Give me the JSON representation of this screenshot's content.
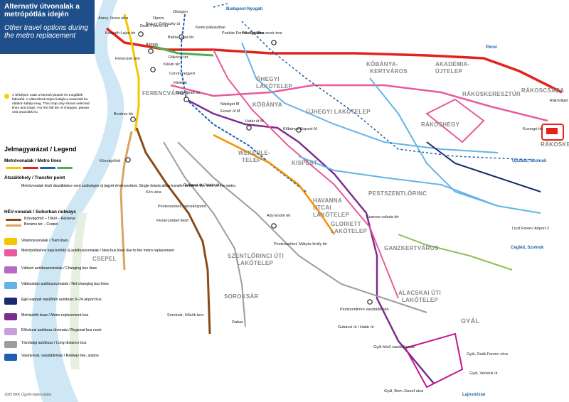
{
  "title": {
    "hu": "Alternatív útvonalak a metrópótlás idején",
    "en": "Other travel options during the metro replacement"
  },
  "info": {
    "text": "A térképen csak a kiemelt járatok és megállók láthatók. A változások teljes listáját a www.bkk.hu oldalon találja meg. This map only shows selected lines and stops. For the full list of changes, please visit www.bkk.hu"
  },
  "legend": {
    "title": "Jelmagyarázat / Legend",
    "metro_title": "Metróvonalak / Metro lines",
    "transfer_title": "Átszállóhely / Transfer point",
    "transfer_text": "Metróvonalak közti átszálláskor nem szükséges új jegyet érvényesíteni. Single tickets allow transfer between the lines on the metro.",
    "hev_title": "HÉV-vonalak / Suburban railways",
    "hev_rackeve": "Közvágóhíd – Tököl – Ráckeve",
    "hev_csepel": "Boráros tér – Csepel",
    "tram": "Villamosvonalak / Tram lines",
    "new_bus": "Metrópótláshoz kapcsolódó új autóbuszvonalak / New bus lines due to the metro replacement",
    "changing_bus": "Változó autóbuszvonalak / Changing bus lines",
    "not_changing_bus": "Változatlan autóbuszvonalak / Not changing bus lines",
    "night_bus": "Éjjel-nappali repülőtéri autóbusz 0–24 airport bus",
    "metro_bus": "Metrópótló busz / Metro replacement bus",
    "regional": "Elővárosi autóbusz útvonala / Regional bus route",
    "long_distance": "Távolsági autóbusz / Long-distance bus",
    "railway": "Vasútvonal, vasútállomás / Railway line, station"
  },
  "map": {
    "districts": [
      "FERENCVÁROS",
      "KŐBÁNYA",
      "ÓHEGYI",
      "LAKÓTELEP",
      "ÚJHEGYI LAKÓTELEP",
      "KŐBÁNYA-",
      "KERTVÁROS",
      "AKADÉMIA-",
      "ÚJTELEP",
      "RÁKOSCSABA",
      "RÁKOSKERESZTÚR",
      "RÁKOSHEGY",
      "RÁKOSKERT",
      "WEKERLE-",
      "TELEP",
      "KISPEST",
      "PESTSZENTLŐRINC",
      "HAVANNA",
      "UTCAI",
      "LAKÓTELEP",
      "GLORIETT",
      "LAKÓTELEP",
      "GANZKERTVÁROS",
      "SZENTLŐRINCI ÚTI",
      "LAKÓTELEP",
      "SOROKSÁR",
      "CSEPEL",
      "ALACSKAI ÚTI",
      "LAKÓTELEP",
      "GYÁL"
    ],
    "stations": [
      "Arany János utca",
      "Oktogon",
      "Opera",
      "Bajcsy-Zsilinszky út",
      "Deák Ferenc tér",
      "Kossuth Lajos tér",
      "Ferenciek tere",
      "Astoria",
      "Blaha Lujza tér",
      "Keleti pályaudvar",
      "Puskás Ferenc Stadion",
      "Pillangó utca",
      "Örs vezér tere",
      "Rákóczi tér",
      "Kálvin tér",
      "Corvin-negyed",
      "Klinikák",
      "Nagyvárad tér",
      "Boráros tér",
      "Közvágóhíd",
      "Határ út M",
      "Kőbánya-Kispest M",
      "Ecseri út M",
      "Népliget M",
      "Kén utca",
      "Gubacsi út / Határ út",
      "Pesterzsébet, városközpont",
      "Pesterzsébet felső",
      "Ady Endre tér",
      "Pesterzsébet, Mátyás király tér",
      "Soroksár, Hősök tere",
      "Szarvas csárda tér",
      "Pestszentimre vasútállomás",
      "Gubacsi út / Határ út",
      "Gyál felső vasútállomás",
      "Gyál, Deák Ferenc utca",
      "Gyál, Vecsési út",
      "Gyál, Bem József utca",
      "Liszt Ferenc Airport 2",
      "Kucorgó tér",
      "Rákosliget"
    ],
    "external": [
      "Budapest-Nyugati",
      "Pécel",
      "Újszász, Szolnok",
      "Cegléd, Szolnok",
      "Lajosmizse",
      "Dabas"
    ]
  },
  "footer": "1005 BKK Ügyfél-tájékoztatás"
}
